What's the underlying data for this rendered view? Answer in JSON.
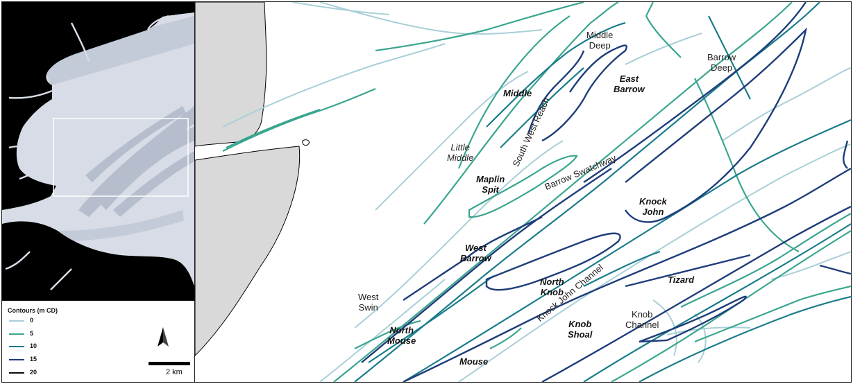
{
  "legend": {
    "title": "Contours (m CD)",
    "items": [
      {
        "label": "0",
        "color": "#a9cfd8"
      },
      {
        "label": "5",
        "color": "#3aa58f"
      },
      {
        "label": "10",
        "color": "#1a7c8a"
      },
      {
        "label": "15",
        "color": "#1e3d7a"
      },
      {
        "label": "20",
        "color": "#0b0b0b"
      }
    ],
    "scale_label": "2 km",
    "north_icon": "north-arrow"
  },
  "labels": {
    "middle_deep": "Middle\nDeep",
    "barrow_deep": "Barrow\nDeep",
    "east_barrow": "East\nBarrow",
    "middle": "Middle",
    "south_west_reach": "South West Reach",
    "little_middle": "Little\nMiddle",
    "barrow_swatchway": "Barrow Swatchway",
    "maplin_spit": "Maplin\nSpit",
    "knock_john": "Knock\nJohn",
    "west_barrow": "West\nBarrow",
    "west_swin": "West\nSwin",
    "north_knob": "North\nKnob",
    "knock_john_channel": "Knock John Channel",
    "tizard": "Tizard",
    "knob_channel": "Knob\nChannel",
    "knob_shoal": "Knob\nShoal",
    "north_mouse": "North\nMouse",
    "mouse": "Mouse"
  },
  "colors": {
    "land": "#d9d9d9",
    "overview_land": "#000000",
    "overview_sea": "#d7dce6"
  }
}
